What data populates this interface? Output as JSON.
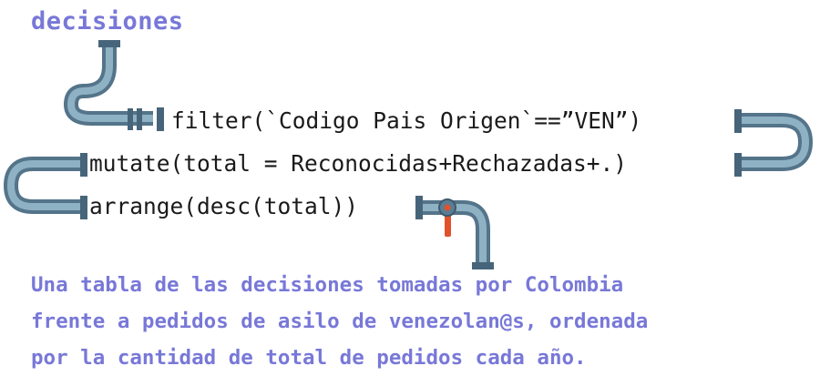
{
  "title": "decisiones",
  "code_lines": [
    "filter(`Codigo Pais Origen`==”VEN”)",
    "mutate(total = Reconocidas+Rechazadas+.)",
    "arrange(desc(total))"
  ],
  "description_lines": [
    "Una tabla de las decisiones tomadas por Colombia",
    "frente a pedidos de asilo de venezolan@s, ordenada",
    "por la cantidad de total de pedidos cada año."
  ],
  "colors": {
    "accent": "#7878d8",
    "pipe": "#6f95ad",
    "pipe_dark": "#47657a",
    "valve": "#e0522b"
  },
  "icons": [
    "pipe-icon",
    "valve-icon"
  ]
}
